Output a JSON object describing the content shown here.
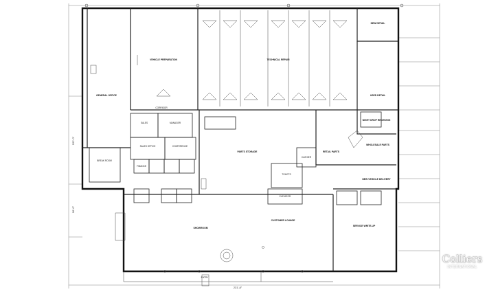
{
  "watermark": {
    "brand": "Colliers",
    "tagline": "INTERNATIONAL"
  },
  "rooms": {
    "general_office": "GENERAL OFFICE",
    "vehicle_preparation": "VEHICLE PREPARATION",
    "technical_repair": "TECHNICAL REPAIR",
    "new_detail": "NEW DETAIL",
    "used_detail": "USED DETAIL",
    "parts_storage": "PARTS STORAGE",
    "night_drop": "NIGHT DROP RECEIVING",
    "wholesale_parts": "WHOLESALE PARTS",
    "new_vehicle_delivery": "NEW VEHICLE DELIVERY",
    "showroom": "SHOWROOM",
    "customer_lounge": "CUSTOMER LOUNGE",
    "service_write_up": "SERVICE WRITE-UP",
    "retail_parts": "RETAIL PARTS",
    "sales": "SALES",
    "conference": "CONFERENCE",
    "sales_office": "SALES OFFICE",
    "finance": "FINANCE",
    "manager": "MANAGER",
    "break_room": "BREAK ROOM",
    "toilets": "TOILETS",
    "cashier": "CASHIER",
    "entry": "ENTRY",
    "corridor": "CORRIDOR",
    "elevator": "ELEVATOR"
  },
  "dimensions": {
    "overall_width": "231'-8\"",
    "side_a": "152'-0\"",
    "side_b": "96'-0\""
  }
}
